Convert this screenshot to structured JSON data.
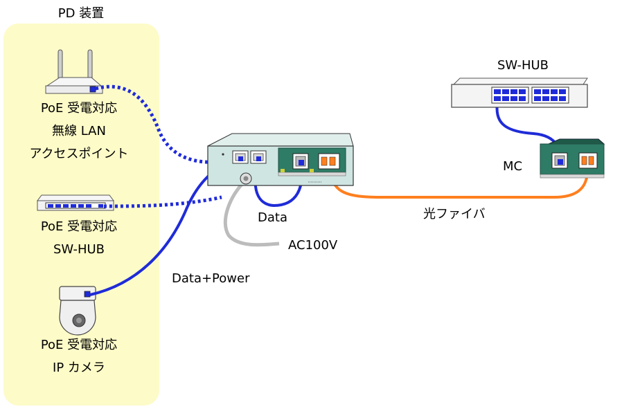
{
  "pd_group": {
    "title": "PD 装置",
    "panel_color": "#fdfbc8"
  },
  "devices": {
    "ap": {
      "lines": [
        "PoE 受電対応",
        "無線 LAN",
        "アクセスポイント"
      ]
    },
    "pd_hub": {
      "lines": [
        "PoE 受電対応",
        "SW-HUB"
      ]
    },
    "camera": {
      "lines": [
        "PoE 受電対応",
        "IP カメラ"
      ]
    },
    "sw_hub": {
      "label": "SW-HUB"
    },
    "mc": {
      "label": "MC"
    }
  },
  "connections": {
    "data_power": "Data+Power",
    "data": "Data",
    "ac": "AC100V",
    "fiber": "光ファイバ"
  },
  "colors": {
    "utp_cable": "#1f2bd8",
    "fiber_cable": "#ff7f1e",
    "power_cable": "#bcbcbc",
    "injector_body": "#cfe5e2",
    "media_converter": "#2e7c66"
  }
}
